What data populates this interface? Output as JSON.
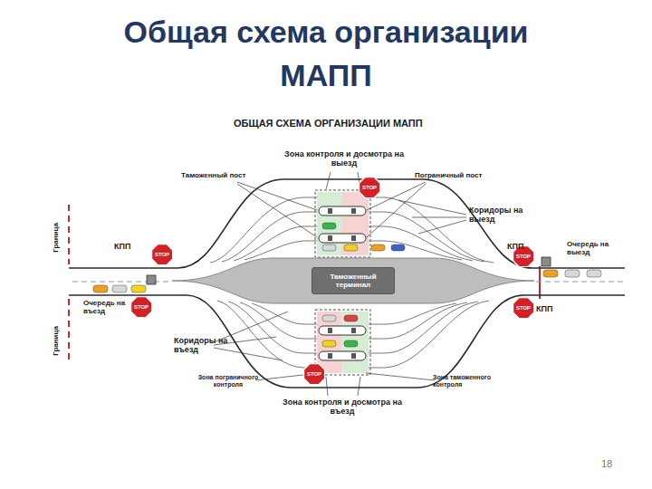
{
  "diagram": {
    "title": "Общая схема организации МАПП",
    "nodes": [
      {
        "text": [
          "STOP"
        ]
      },
      {
        "text": [
          "STOP"
        ]
      },
      {
        "text": [
          "STOP"
        ]
      },
      {
        "text": [
          "Таможенный терминал"
        ]
      },
      {
        "text": [
          "STOP"
        ]
      },
      {
        "text": [
          "STOP"
        ]
      },
      {
        "text": [
          "STOP"
        ]
      }
    ],
    "labels": [
      "ОБЩАЯ СХЕМА ОРГАНИЗАЦИИ МАПП",
      "Зона контроля и досмотра на выезд",
      "Таможенный пост",
      "Пограничный пост",
      "Коридоры на выезд",
      "Граница",
      "КПП",
      "КПП",
      "Очередь на выезд",
      "Очередь на въезд",
      "КПП",
      "Граница",
      "Коридоры на въезд",
      "Зона пограничного контроля",
      "Зона таможенного контроля",
      "Зона контроля и досмотра на въезд",
      "18"
    ]
  }
}
